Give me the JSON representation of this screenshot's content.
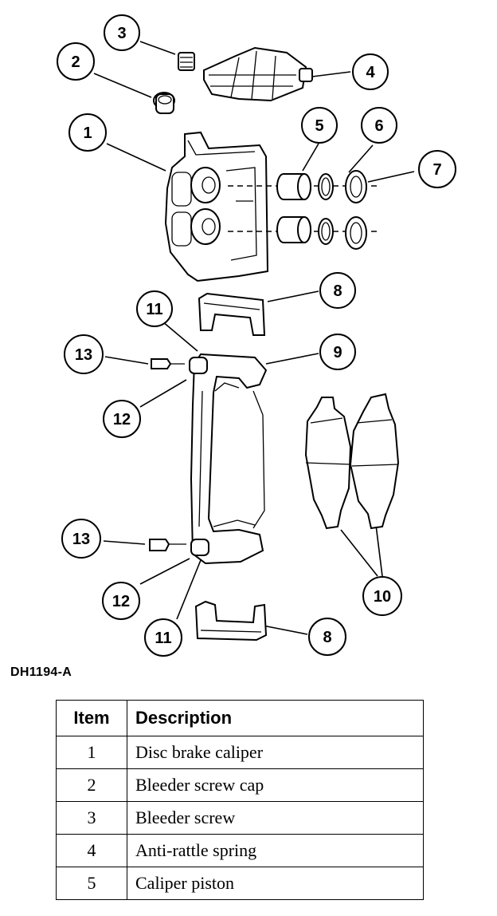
{
  "figure_code": "DH1194-A",
  "callouts": [
    "1",
    "2",
    "3",
    "4",
    "5",
    "6",
    "7",
    "8",
    "9",
    "10",
    "11",
    "12",
    "13"
  ],
  "table": {
    "headers": {
      "item": "Item",
      "description": "Description"
    },
    "rows": [
      {
        "item": "1",
        "description": "Disc brake caliper"
      },
      {
        "item": "2",
        "description": "Bleeder screw cap"
      },
      {
        "item": "3",
        "description": "Bleeder screw"
      },
      {
        "item": "4",
        "description": "Anti-rattle spring"
      },
      {
        "item": "5",
        "description": "Caliper piston"
      }
    ]
  }
}
